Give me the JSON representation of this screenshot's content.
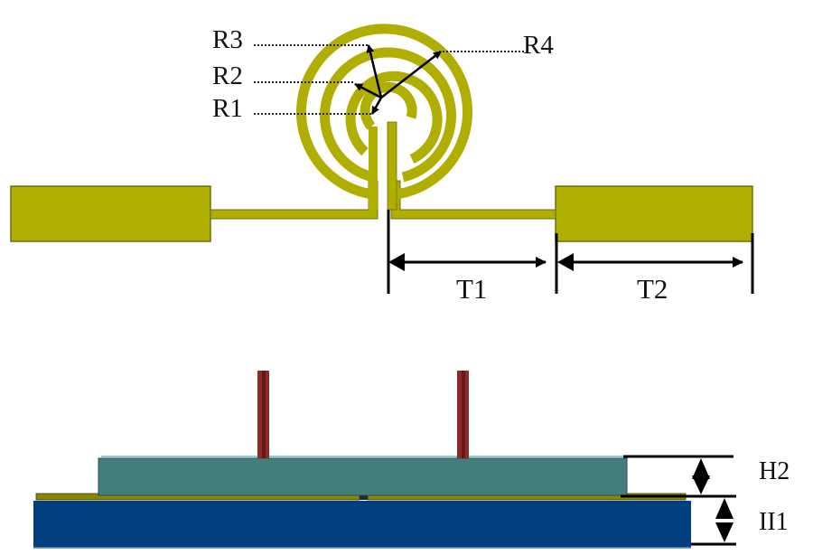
{
  "colors": {
    "metal": "#b0ae00",
    "metal_edge": "#6f6e10",
    "substrate_bottom": "#013f7e",
    "substrate_top": "#437e7d",
    "substrate_top_highlight": "#8fd0cf",
    "post": "#8c2b27",
    "dimension": "#000000"
  },
  "top_view": {
    "radius_labels": [
      "R1",
      "R2",
      "R3",
      "R4"
    ],
    "dimension_labels": [
      "T1",
      "T2"
    ]
  },
  "side_view": {
    "height_labels": [
      "H2",
      "II1"
    ]
  }
}
